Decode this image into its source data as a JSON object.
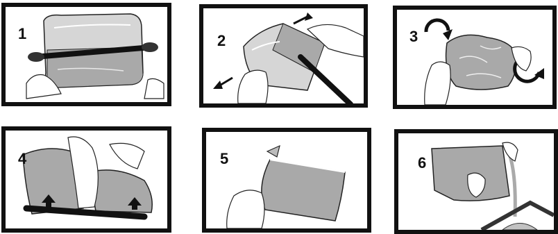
{
  "steps": [
    {
      "number": "1"
    },
    {
      "number": "2"
    },
    {
      "number": "3"
    },
    {
      "number": "4"
    },
    {
      "number": "5"
    },
    {
      "number": "6"
    }
  ],
  "colors": {
    "frame": "#111111",
    "bag": "#a9a9a9",
    "bag_light": "#d6d6d6",
    "outline": "#222222"
  },
  "icons": [
    "sealing-bag-icon",
    "roller-icon",
    "hand-icon",
    "arrow-icon",
    "rotate-arrow-icon",
    "tray-icon"
  ]
}
